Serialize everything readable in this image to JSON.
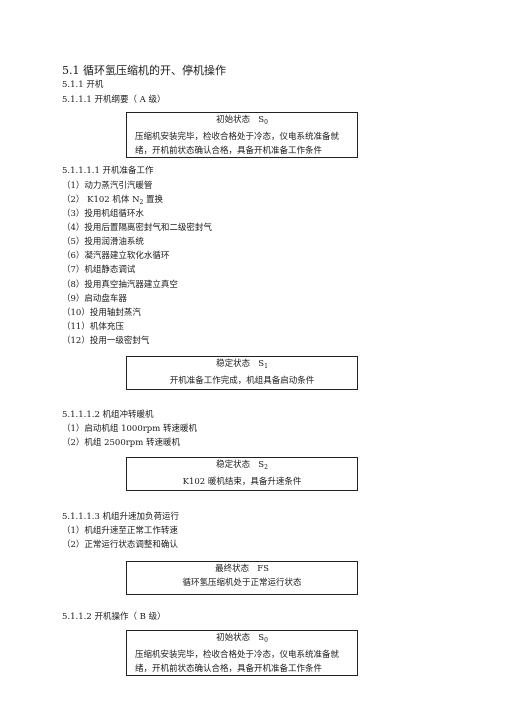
{
  "heading": "5.1 循环氢压缩机的开、停机操作",
  "s511": "5.1.1   开机",
  "s5111": "5.1.1.1 开机纲要（  A 级）",
  "box1": {
    "title": "初始状态",
    "state": "S",
    "sub": "0",
    "line1": "压缩机安装完毕，检收合格处于冷态，仪电系统准备就",
    "line2": "绪，开机前状态确认合格，具备开机准备工作条件"
  },
  "s51111": "5.1.1.1.1 开机准备工作",
  "steps": [
    "（1）动力蒸汽引汽暖管",
    "（2） K102 机体  N",
    "（3）投用机组循环水",
    "（4）投用后置隔离密封气和二级密封气",
    "（5）投用润滑油系统",
    "（6）凝汽器建立软化水循环",
    "（7）机组静态调试",
    "（8）投用真空抽汽器建立真空",
    "（9）启动盘车器",
    "（10）投用轴封蒸汽",
    "（11）机体充压",
    "（12）投用一级密封气"
  ],
  "step2_sub": "2",
  "step2_tail": " 置换",
  "box2": {
    "title": "稳定状态",
    "state": "S",
    "sub": "1",
    "line1": "开机准备工作完成，机组具备启动条件"
  },
  "s51112": "5.1.1.1.2 机组冲转暖机",
  "warm": [
    "（1）启动机组    1000rpm 转速暖机",
    "（2）机组   2500rpm 转速暖机"
  ],
  "box3": {
    "title": "稳定状态",
    "state": "S",
    "sub": "2",
    "line1": "K102 暖机结束，具备升速条件"
  },
  "s51113": "5.1.1.1.3 机组升速加负荷运行",
  "run": [
    "（1）机组升速至正常工作转速",
    "（2）正常运行状态调整和确认"
  ],
  "box4": {
    "title": "最终状态",
    "state": "FS",
    "line1": "循环氢压缩机处于正常运行状态"
  },
  "s5112": "5.1.1.2 开机操作（  B 级）",
  "box5": {
    "title": "初始状态",
    "state": "S",
    "sub": "0",
    "line1": "压缩机安装完毕，检收合格处于冷态，仪电系统准备就",
    "line2": "绪，开机前状态确认合格，具备开机准备工作条件"
  }
}
